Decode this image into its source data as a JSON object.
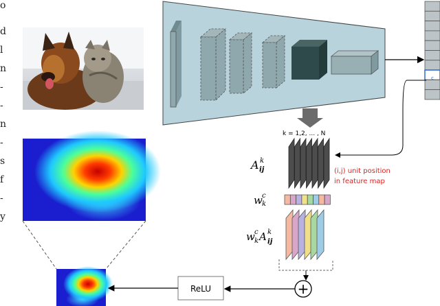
{
  "margin_text": [
    "o",
    "d",
    "l",
    "n",
    "-",
    "-",
    "n",
    "-",
    "s",
    "f",
    "-",
    "y"
  ],
  "labels": {
    "k_range": "k = 1,2, ... , N",
    "feature_maps_symbol": "A",
    "feature_maps_sub": "ij",
    "feature_maps_sup": "k",
    "weights_symbol": "w",
    "weights_sub": "k",
    "weights_sup": "c",
    "weighted_symbol_w": "w",
    "weighted_sub_w": "k",
    "weighted_sup_w": "c",
    "weighted_symbol_a": "A",
    "weighted_sub_a": "ij",
    "weighted_sup_a": "k",
    "unit_position_line1": "(i,j) unit position",
    "unit_position_line2": "in feature map",
    "relu": "ReLU",
    "output_unit": "c",
    "sum_symbol": "+"
  },
  "colors": {
    "cnn_fill": "#b9d3dd",
    "layer_fill": "#8fa8ad",
    "dark_layer": "#2f4a4a",
    "annotation_red": "#e02020",
    "weight_colors": [
      "#f4b9a0",
      "#d7a6c8",
      "#b8b2e0",
      "#f0e08a",
      "#a8d8a0",
      "#9ecbe6"
    ]
  },
  "icons": [
    "dog-cat-photo",
    "heatmap-icon",
    "down-arrow-icon",
    "plus-circle-icon"
  ]
}
